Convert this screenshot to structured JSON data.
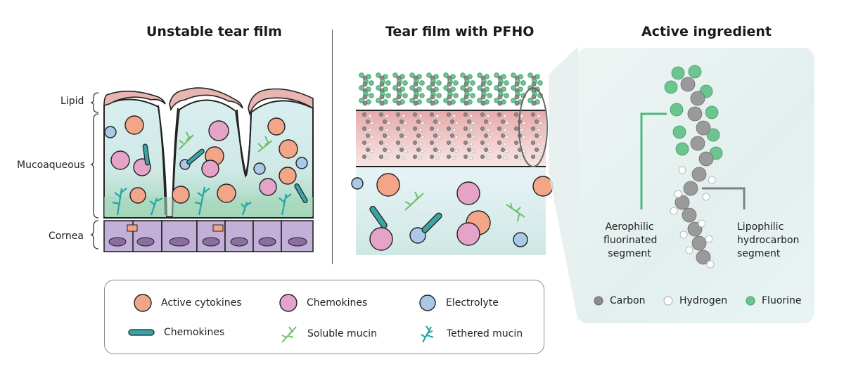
{
  "titles": {
    "unstable": "Unstable tear film",
    "pfho": "Tear film with PFHO",
    "active": "Active ingredient"
  },
  "layers": {
    "lipid": "Lipid",
    "mucoaqueous": "Mucoaqueous",
    "cornea": "Cornea"
  },
  "segments": {
    "aerophilic": [
      "Aerophilic",
      "fluorinated",
      "segment"
    ],
    "lipophilic": [
      "Lipophilic",
      "hydrocarbon",
      "segment"
    ]
  },
  "atoms": [
    {
      "label": "Carbon",
      "color": "#8c8c8c"
    },
    {
      "label": "Hydrogen",
      "color": "#ffffff"
    },
    {
      "label": "Fluorine",
      "color": "#6cc490"
    }
  ],
  "legend": [
    {
      "label": "Active cytokines",
      "icon": "active-cytokine-icon",
      "color": "#f3a587"
    },
    {
      "label": "Chemokines",
      "icon": "chemokine-sphere-icon",
      "color": "#e4a3c7"
    },
    {
      "label": "Electrolyte",
      "icon": "electrolyte-icon",
      "color": "#a9c9e6"
    },
    {
      "label": "Chemokines",
      "icon": "chemokine-rod-icon",
      "color": "#3aa3a3"
    },
    {
      "label": "Soluble mucin",
      "icon": "soluble-mucin-icon",
      "color": "#6cbf6a"
    },
    {
      "label": "Tethered mucin",
      "icon": "tethered-mucin-icon",
      "color": "#1fa8a8"
    }
  ],
  "colors": {
    "lipid": "#e8b6b0",
    "aqueous": "#d3ebeb",
    "mucus": "#a8d6b8",
    "cell": "#c2b0d8",
    "nucleus": "#8a6f9e",
    "fluorine": "#6cc490",
    "carbon": "#8c8c8c",
    "guide_line": "#4cb883"
  }
}
